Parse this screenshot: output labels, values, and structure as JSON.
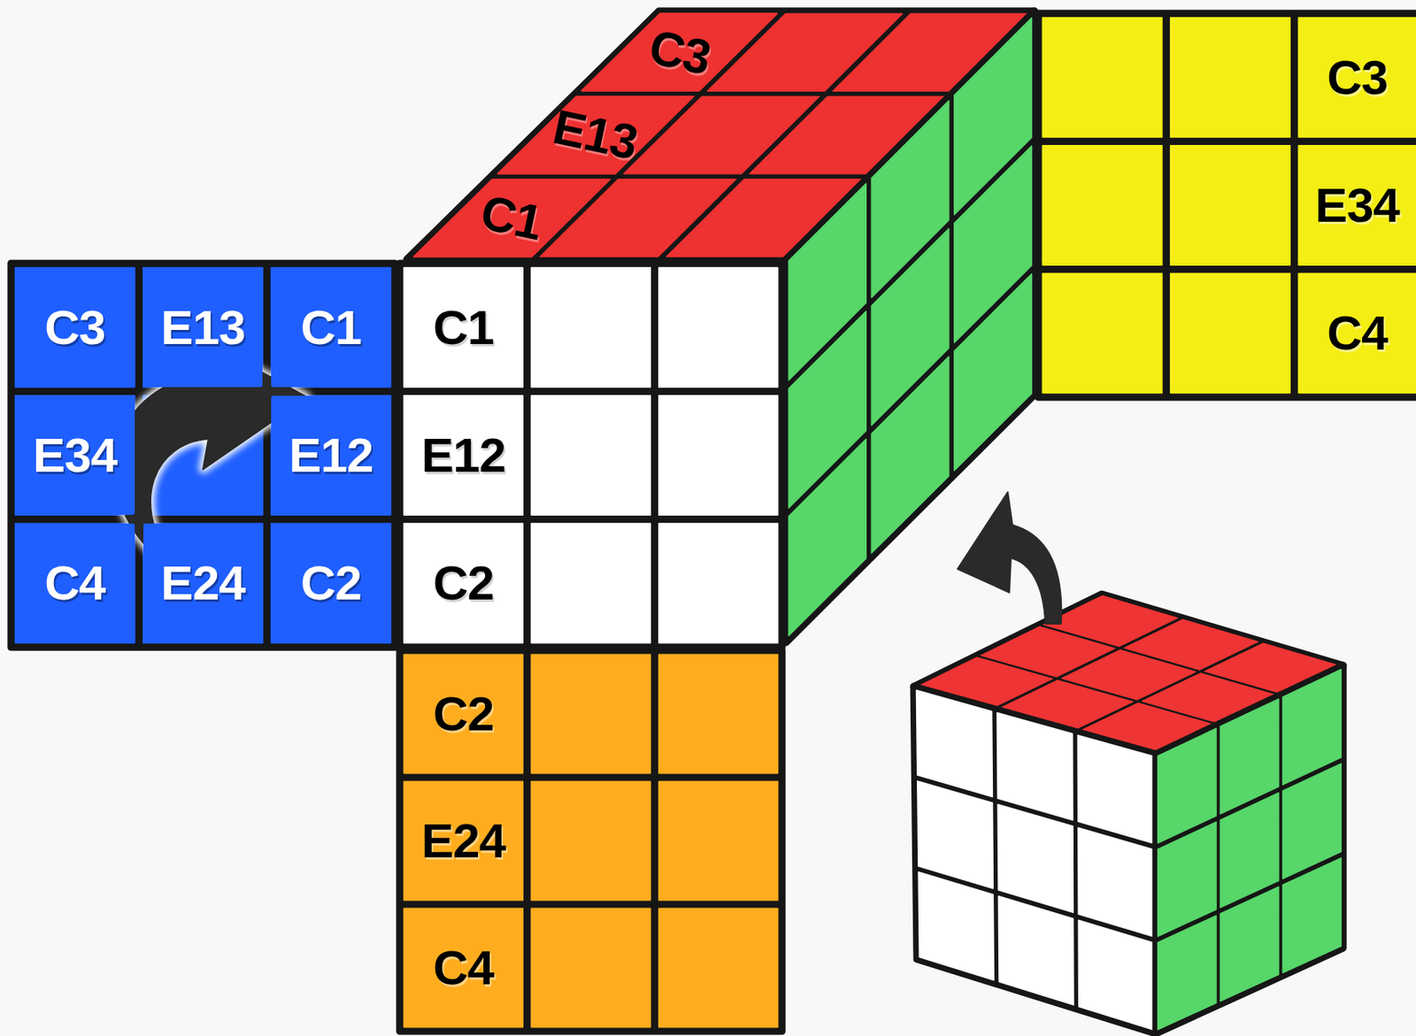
{
  "diagram": {
    "nodes": [
      {
        "text": [
          "C3"
        ]
      },
      {
        "text": [
          "C3"
        ]
      },
      {
        "text": [
          "E13"
        ]
      },
      {
        "text": [
          "C1"
        ]
      },
      {
        "text": [
          "E34"
        ]
      },
      {
        "text": [
          "C3"
        ]
      },
      {
        "text": [
          "E13"
        ]
      },
      {
        "text": [
          "C1"
        ]
      },
      {
        "text": [
          "C1"
        ]
      },
      {
        "text": [
          "C4"
        ]
      },
      {
        "text": [
          "E34"
        ]
      },
      {
        "text": [
          "E12"
        ]
      },
      {
        "text": [
          "E12"
        ]
      },
      {
        "text": [
          "C4"
        ]
      },
      {
        "text": [
          "E24"
        ]
      },
      {
        "text": [
          "C2"
        ]
      },
      {
        "text": [
          "C2"
        ]
      },
      {
        "text": [
          "C2"
        ]
      },
      {
        "text": [
          "E24"
        ]
      },
      {
        "text": [
          "C4"
        ]
      }
    ]
  }
}
